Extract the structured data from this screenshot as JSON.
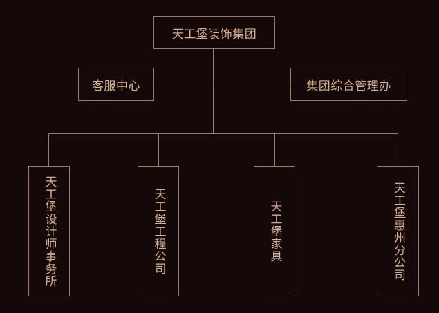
{
  "colors": {
    "background": "#150809",
    "line": "#9a7d58",
    "text": "#d4b38a"
  },
  "org": {
    "root": "天工堡装饰集团",
    "left_aux": "客服中心",
    "right_aux": "集团综合管理办",
    "children": [
      "天工堡设计师事务所",
      "天工堡工程公司",
      "天工堡家具",
      "天工堡惠州分公司"
    ]
  }
}
